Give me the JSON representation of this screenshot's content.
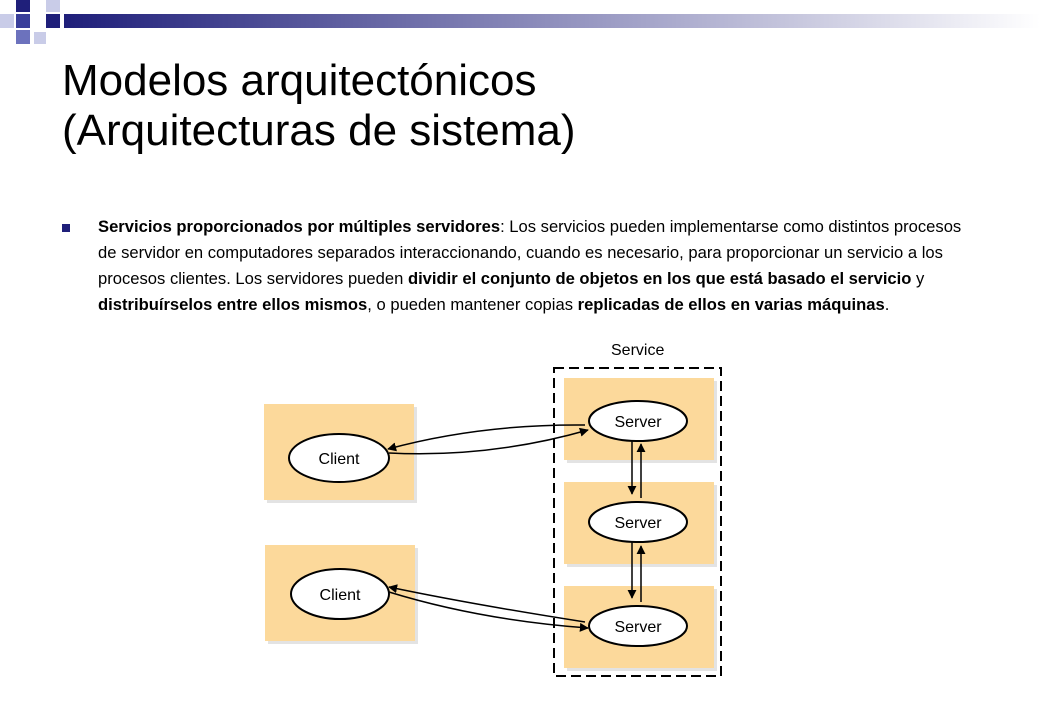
{
  "slide": {
    "title_lines": [
      "Modelos arquitectónicos",
      "(Arquitecturas de sistema)"
    ],
    "bullet": [
      {
        "text": "Servicios proporcionados por múltiples servidores",
        "bold": true
      },
      {
        "text": ": Los servicios pueden implementarse como distintos procesos de servidor en computadores separados interaccionando, cuando es necesario, para proporcionar un servicio a los procesos clientes. Los servidores pueden ",
        "bold": false
      },
      {
        "text": "dividir el conjunto de objetos en los que está basado el servicio",
        "bold": true
      },
      {
        "text": " y ",
        "bold": false
      },
      {
        "text": "distribuírselos entre ellos mismos",
        "bold": true
      },
      {
        "text": ", o pueden mantener copias ",
        "bold": false
      },
      {
        "text": "replicadas de ellos en varias máquinas",
        "bold": true
      },
      {
        "text": ".",
        "bold": false
      }
    ],
    "colors": {
      "accent_navy": "#1f1f7a",
      "accent_blue": "#4a52a8",
      "accent_light": "#b8bce0",
      "box_fill": "#fcd99b",
      "box_shadow": "#e3e3e3",
      "outline": "#000000"
    }
  },
  "diagram": {
    "service_label": "Service",
    "client_label_1": "Client",
    "client_label_2": "Client",
    "server_label_1": "Server",
    "server_label_2": "Server",
    "server_label_3": "Server"
  }
}
